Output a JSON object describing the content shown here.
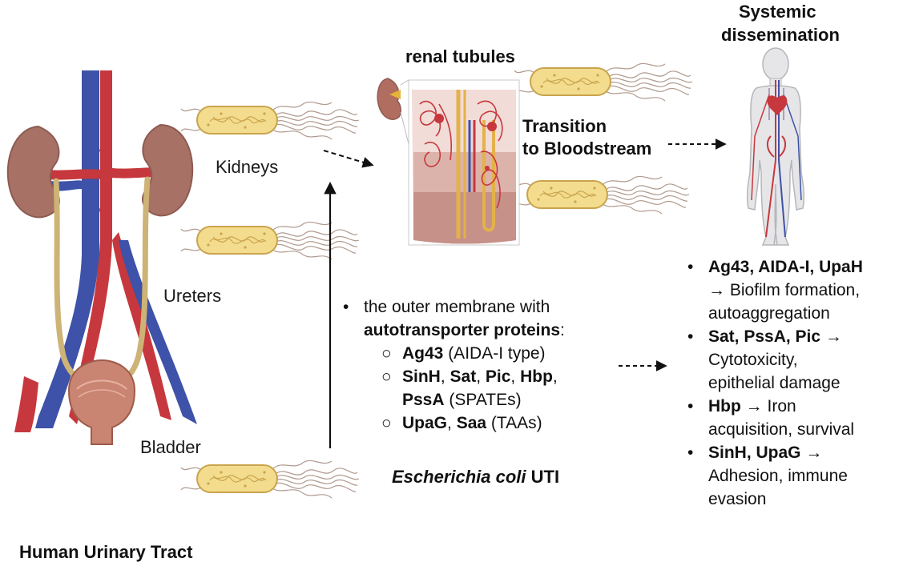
{
  "labels": {
    "kidneys": "Kidneys",
    "ureters": "Ureters",
    "bladder": "Bladder",
    "tract": "Human Urinary Tract",
    "renal": "renal tubules",
    "transition_1": "Transition",
    "transition_2": "to Bloodstream",
    "systemic_1": "Systemic",
    "systemic_2": "dissemination",
    "ecoli_species": "Escherichia coli",
    "ecoli_uti": "UTI"
  },
  "membrane": {
    "intro": "the outer membrane with",
    "bold": "autotransporter proteins",
    "colon": ":",
    "sub1": {
      "bold": "Ag43",
      "rest": " (AIDA-I type)"
    },
    "sub2": {
      "b1": "SinH",
      "s1": ", ",
      "b2": "Sat",
      "s2": ", ",
      "b3": "Pic",
      "s3": ", ",
      "b4": "Hbp",
      "s4": ","
    },
    "sub2b": {
      "bold": "PssA",
      "rest": " (SPATEs)"
    },
    "sub3": {
      "b1": "UpaG",
      "s1": ", ",
      "b2": "Saa",
      "rest": " (TAAs)"
    }
  },
  "effects": [
    {
      "bold": "Ag43, AIDA-I, UpaH",
      "line2": "→ Biofilm formation,",
      "line3": "autoaggregation"
    },
    {
      "bold": "Sat, PssA, Pic →",
      "line2": "Cytotoxicity,",
      "line3": "epithelial damage"
    },
    {
      "bold": "Hbp",
      "arrow": " → Iron",
      "line2": "acquisition, survival"
    },
    {
      "bold": "SinH, UpaG →",
      "line2": "Adhesion, immune",
      "line3": "evasion"
    }
  ],
  "bullets": {
    "dot": "•",
    "circle": "○"
  },
  "colors": {
    "artery": "#c6383d",
    "vein": "#3d52a8",
    "kidney": "#a77166",
    "ureter": "#cdb375",
    "bladder": "#c98572",
    "bacterium_fill": "#f3dc8e",
    "bacterium_stroke": "#c9a44d",
    "flagella": "#b09a8e"
  }
}
